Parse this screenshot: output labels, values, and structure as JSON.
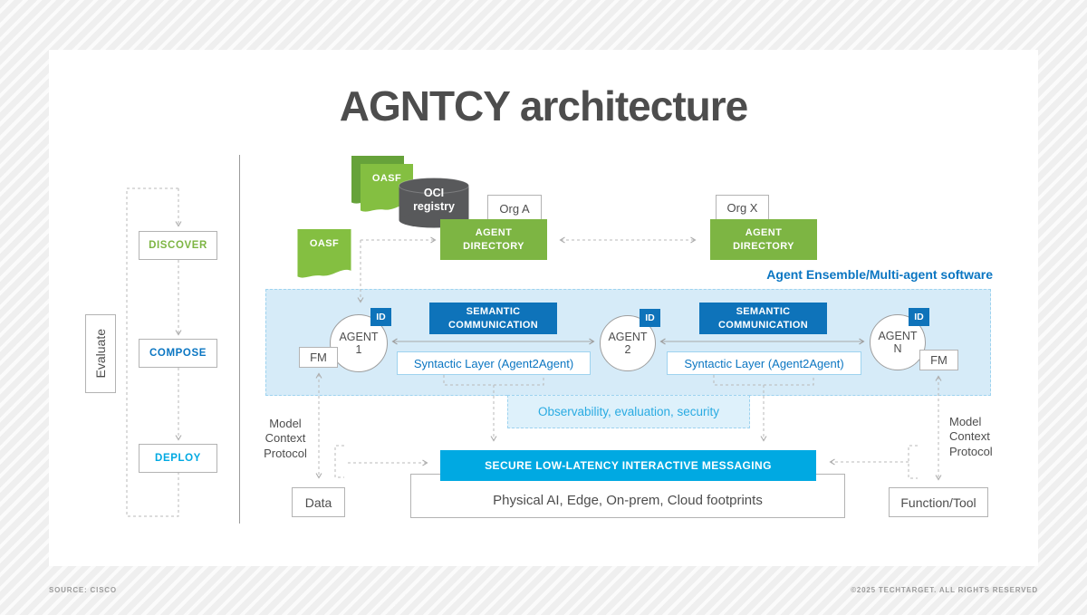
{
  "palette": {
    "green": "#7db543",
    "green-dark": "#66a23a",
    "blue": "#0e73ba",
    "blue-text": "#0b76c2",
    "cyan": "#00a9e2",
    "cyan-text": "#2aabe2",
    "band": "#d6ebf8",
    "band-border": "#9ed3ef",
    "obs": "#def1fb",
    "dark": "#4d4d4d",
    "border-gray": "#b3b3b3",
    "line-gray": "#b4b4b4",
    "cylinder": "#58595b",
    "muted": "#9b9b9b"
  },
  "title": "AGNTCY architecture",
  "lifecycle": {
    "evaluate": "Evaluate",
    "steps": [
      {
        "label": "DISCOVER"
      },
      {
        "label": "COMPOSE"
      },
      {
        "label": "DEPLOY"
      }
    ]
  },
  "registry": {
    "oasf": "OASF",
    "oci": "OCI\nregistry",
    "org_a": "Org A",
    "org_x": "Org X",
    "directory": "AGENT\nDIRECTORY"
  },
  "ensemble": {
    "caption": "Agent Ensemble/Multi-agent software",
    "id_badge": "ID",
    "fm": "FM",
    "semantic": "SEMANTIC\nCOMMUNICATION",
    "syntactic": "Syntactic Layer (Agent2Agent)",
    "agents": [
      {
        "label": "AGENT\n1"
      },
      {
        "label": "AGENT\n2"
      },
      {
        "label": "AGENT\nN"
      }
    ]
  },
  "observability": "Observability, evaluation, security",
  "mcp": "Model\nContext\nProtocol",
  "messaging": "SECURE LOW-LATENCY INTERACTIVE MESSAGING",
  "infrastructure": "Physical AI, Edge, On-prem, Cloud footprints",
  "data_store": "Data",
  "function_tool": "Function/Tool",
  "footer": {
    "source": "SOURCE: CISCO",
    "copyright": "©2025 TECHTARGET. ALL RIGHTS RESERVED"
  }
}
